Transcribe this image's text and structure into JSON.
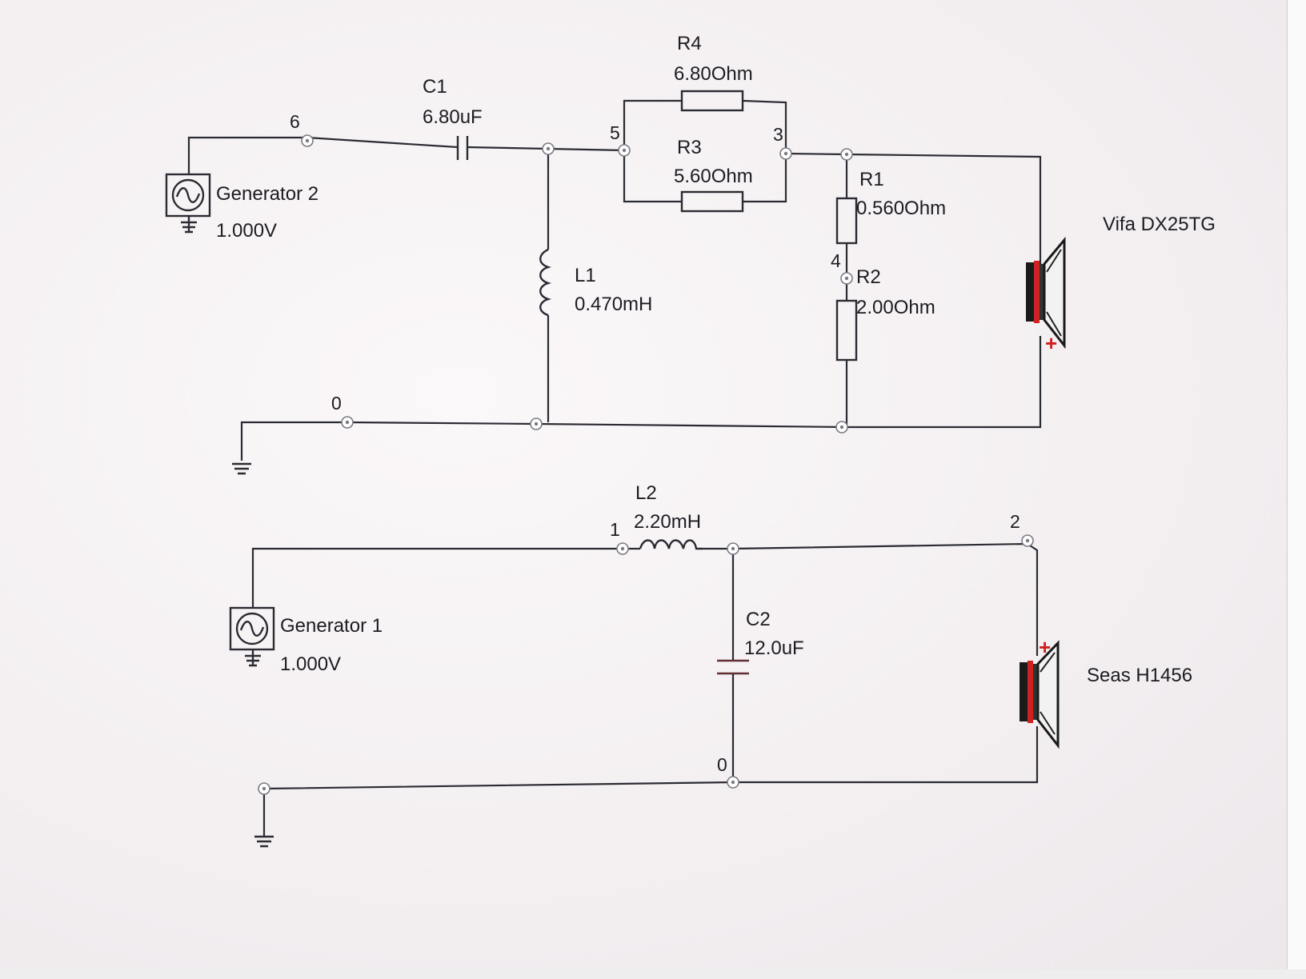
{
  "circuit": {
    "tweeter_section": {
      "generator": {
        "name": "Generator 2",
        "value": "1.000V"
      },
      "C1": {
        "ref": "C1",
        "value": "6.80uF"
      },
      "L1": {
        "ref": "L1",
        "value": "0.470mH"
      },
      "R4": {
        "ref": "R4",
        "value": "6.80Ohm"
      },
      "R3": {
        "ref": "R3",
        "value": "5.60Ohm"
      },
      "R1": {
        "ref": "R1",
        "value": "0.560Ohm"
      },
      "R2": {
        "ref": "R2",
        "value": "2.00Ohm"
      },
      "speaker": {
        "name": "Vifa DX25TG"
      },
      "nodes": {
        "n6": "6",
        "n5": "5",
        "n3": "3",
        "n4": "4",
        "n0": "0"
      }
    },
    "woofer_section": {
      "generator": {
        "name": "Generator 1",
        "value": "1.000V"
      },
      "L2": {
        "ref": "L2",
        "value": "2.20mH"
      },
      "C2": {
        "ref": "C2",
        "value": "12.0uF"
      },
      "speaker": {
        "name": "Seas H1456"
      },
      "nodes": {
        "n1": "1",
        "n2": "2",
        "n0": "0"
      }
    },
    "polarity_mark": "+",
    "colors": {
      "wire": "#2b2b33",
      "magnet_red": "#cc2222",
      "node_ring": "#7a7a86",
      "background": "#f6f2f3"
    }
  }
}
